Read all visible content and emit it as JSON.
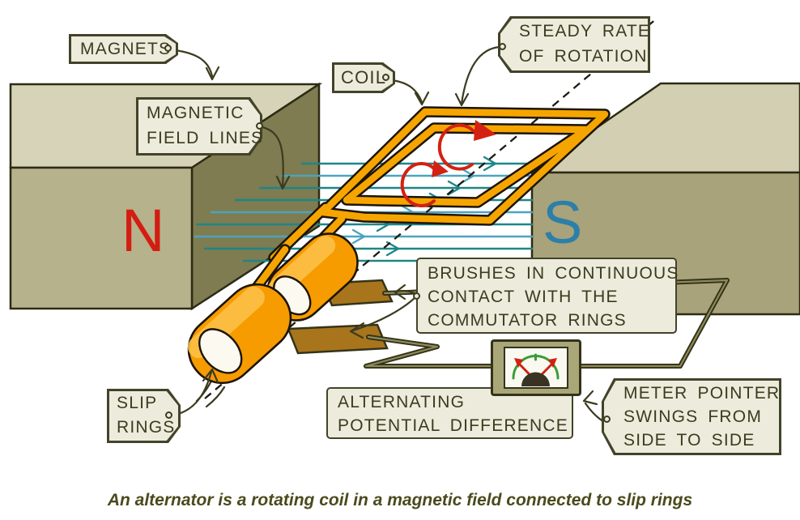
{
  "labels": {
    "magnets": "MAGNETS",
    "magnetic_field_lines": [
      "MAGNETIC",
      "FIELD LINES"
    ],
    "coil": "COIL",
    "steady_rate_of_rotation": [
      "STEADY RATE",
      "OF ROTATION"
    ],
    "brushes": [
      "BRUSHES IN CONTINUOUS",
      "CONTACT WITH THE",
      "COMMUTATOR RINGS"
    ],
    "slip_rings": [
      "SLIP",
      "RINGS"
    ],
    "alternating_potential_difference": [
      "ALTERNATING",
      "POTENTIAL DIFFERENCE"
    ],
    "meter_pointer": [
      "METER POINTER",
      "SWINGS FROM",
      "SIDE TO SIDE"
    ]
  },
  "magnet_poles": {
    "north": "N",
    "south": "S"
  },
  "caption": "An alternator is a rotating coil in a magnetic field connected to slip rings",
  "colors": {
    "pole_north_red": "#d41d12",
    "pole_south_blue": "#2d7fa9",
    "coil_orange": "#f6a500",
    "slip_ring_orange": "#f69b00",
    "brush_brown": "#a8751c",
    "field_line_teal": "#1d8688",
    "field_line_blue": "#4ba4bf",
    "label_fill": "#edecdc",
    "label_border": "#43432a",
    "label_text": "#3b3b20",
    "magnet_front_north": "#b6b28b",
    "magnet_front_south": "#a8a37a",
    "rotation_arrow_red": "#d42112",
    "meter_arc_green": "#3a9c38",
    "wire_dark_olive": "#32311a"
  }
}
